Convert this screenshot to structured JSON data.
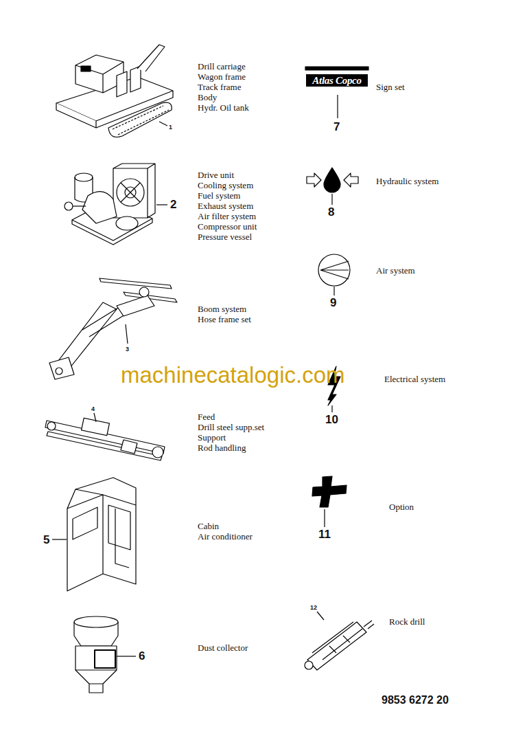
{
  "diagram": {
    "labels": [
      "1",
      "Drill carriage",
      "Wagon frame",
      "Track frame",
      "Body",
      "Hydr. Oil tank",
      "Atlas Copco",
      "Sign set",
      "7",
      "2",
      "Drive unit",
      "Cooling system",
      "Fuel system",
      "Exhaust system",
      "Air filter system",
      "Compressor unit",
      "Pressure vessel",
      "8",
      "Hydraulic system",
      "3",
      "Boom system",
      "Hose frame set",
      "9",
      "Air system",
      "machinecatalogic.com",
      "Electrical system",
      "10",
      "4",
      "Feed",
      "Drill steel supp.set",
      "Support",
      "Rod handling",
      "11",
      "Option",
      "5",
      "Cabin",
      "Air conditioner",
      "12",
      "Rock drill",
      "6",
      "Dust collector",
      "9853 6272 20"
    ]
  }
}
